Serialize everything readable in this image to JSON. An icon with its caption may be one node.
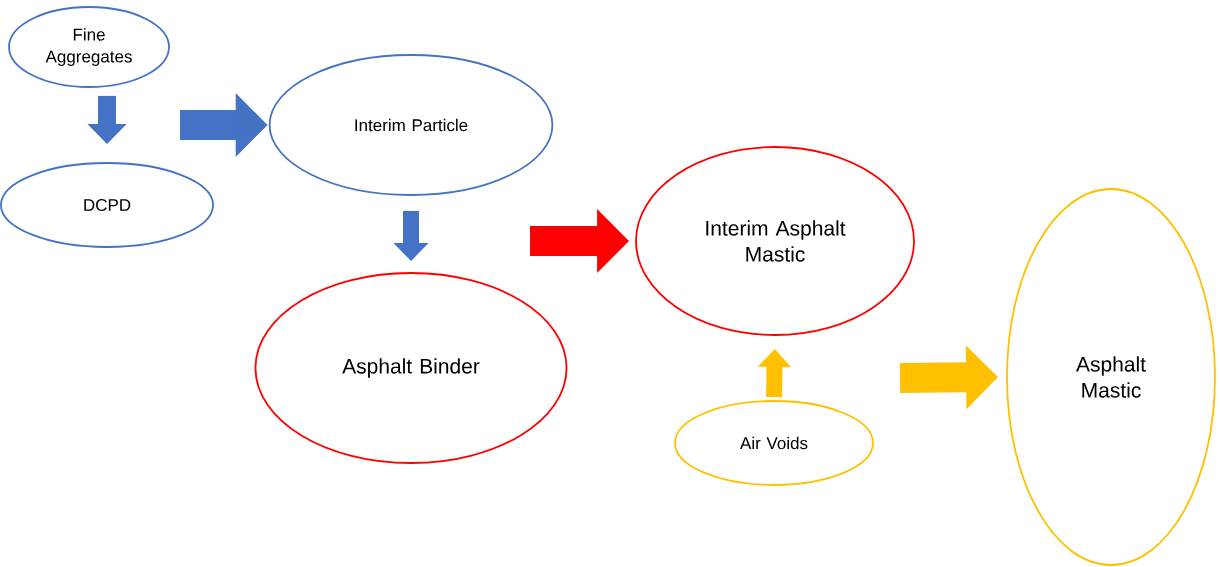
{
  "diagram": {
    "nodes": [
      {
        "text": [
          "Fine Aggregates"
        ]
      },
      {
        "text": [
          "DCPD"
        ]
      },
      {
        "text": [
          "Interim Particle"
        ]
      },
      {
        "text": [
          "Asphalt Binder"
        ]
      },
      {
        "text": [
          "Interim Asphalt Mastic"
        ]
      },
      {
        "text": [
          "Air Voids"
        ]
      },
      {
        "text": [
          "Asphalt Mastic"
        ]
      }
    ],
    "edges": [
      {
        "from": 0,
        "to": 1,
        "arrow": "to",
        "color": "#4472c4"
      },
      {
        "from": null,
        "to": 2,
        "arrow": "to",
        "color": "#4472c4"
      },
      {
        "from": 2,
        "to": 3,
        "arrow": "to",
        "color": "#4472c4"
      },
      {
        "from": null,
        "to": 4,
        "arrow": "to",
        "color": "#ff0000"
      },
      {
        "from": 5,
        "to": 4,
        "arrow": "to",
        "color": "#ffc000"
      },
      {
        "from": null,
        "to": 6,
        "arrow": "to",
        "color": "#ffc000"
      }
    ]
  }
}
